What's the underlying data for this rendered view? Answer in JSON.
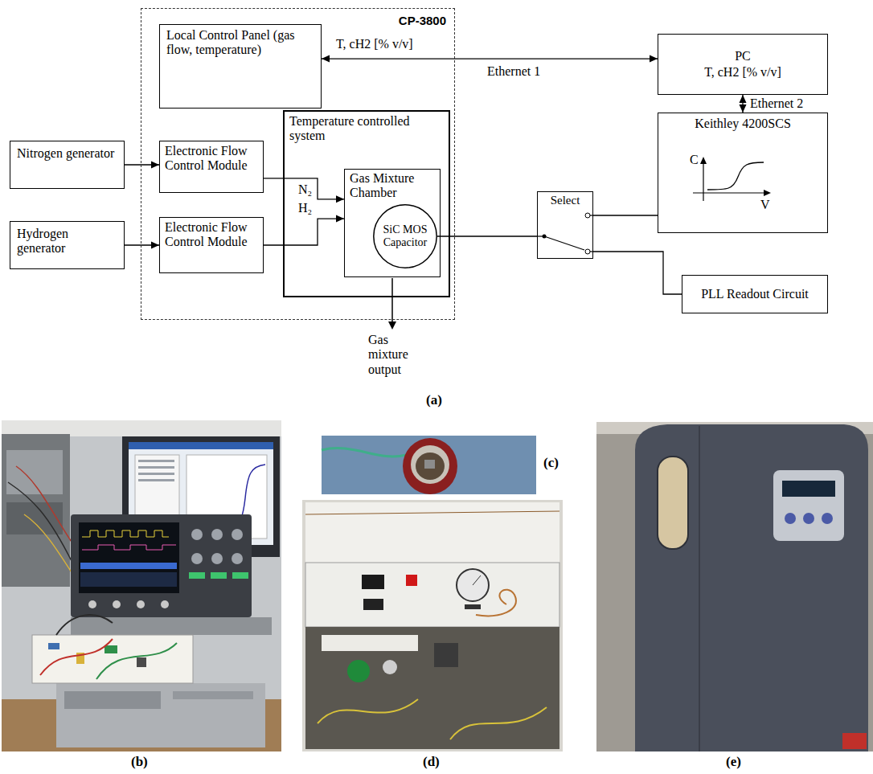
{
  "diagram": {
    "nodes": [
      {
        "text": [
          "CP-3800"
        ]
      },
      {
        "text": [
          "Local Control Panel (gas flow, temperature)"
        ],
        "in": 0
      },
      {
        "text": [
          "PC",
          "T, cH2 [% v/v]"
        ]
      },
      {
        "text": [
          "Nitrogen generator"
        ]
      },
      {
        "text": [
          "Electronic Flow Control Module"
        ],
        "in": 0
      },
      {
        "text": [
          "Temperature controlled system"
        ],
        "in": 0
      },
      {
        "text": [
          "Gas Mixture Chamber"
        ],
        "in": 5
      },
      {
        "text": [
          "SiC MOS Capacitor"
        ],
        "in": 6
      },
      {
        "text": [
          "Keithley 4200SCS"
        ]
      },
      {
        "text": [
          "Select"
        ]
      },
      {
        "text": [
          "Hydrogen generator"
        ]
      },
      {
        "text": [
          "Electronic Flow Control Module"
        ],
        "in": 0
      },
      {
        "text": [
          "PLL Readout Circuit"
        ]
      }
    ],
    "edges": [
      {
        "from": 1,
        "to": 2,
        "arrow": "both",
        "label": "Ethernet 1"
      },
      {
        "from": 2,
        "to": 8,
        "arrow": "both",
        "label": "Ethernet 2"
      },
      {
        "from": 3,
        "to": 4,
        "arrow": "to"
      },
      {
        "from": 10,
        "to": 11,
        "arrow": "to"
      },
      {
        "from": 4,
        "to": 6,
        "arrow": "to",
        "label": "N₂"
      },
      {
        "from": 11,
        "to": 6,
        "arrow": "to",
        "label": "H₂"
      },
      {
        "from": 7,
        "to": 9,
        "arrow": "none"
      },
      {
        "from": 9,
        "to": 8,
        "arrow": "none"
      },
      {
        "from": 9,
        "to": 12,
        "arrow": "none"
      }
    ],
    "labels": [
      "T, cH2 [% v/v]",
      "C",
      "V",
      "Gas mixture output",
      "(a)",
      "(b)",
      "(c)",
      "(d)",
      "(e)"
    ]
  }
}
